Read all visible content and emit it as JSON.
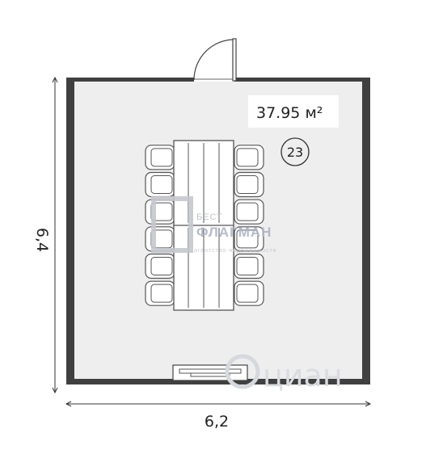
{
  "room": {
    "area_value": "37.95",
    "area_unit": "м²",
    "number": "23"
  },
  "dimensions": {
    "width": "6,2",
    "height": "6,4"
  },
  "watermark": {
    "brand_top": "БЕСТ",
    "brand_main": "ФЛАГМАН",
    "brand_sub": "агентство недвижимости",
    "site_logo": "циан"
  },
  "furniture": {
    "chairs_per_side": 6,
    "table_sections": 2
  },
  "colors": {
    "wall": "#404040",
    "floor": "#eeeeee",
    "furniture_fill": "#ffffff",
    "furniture_stroke": "#555555"
  }
}
